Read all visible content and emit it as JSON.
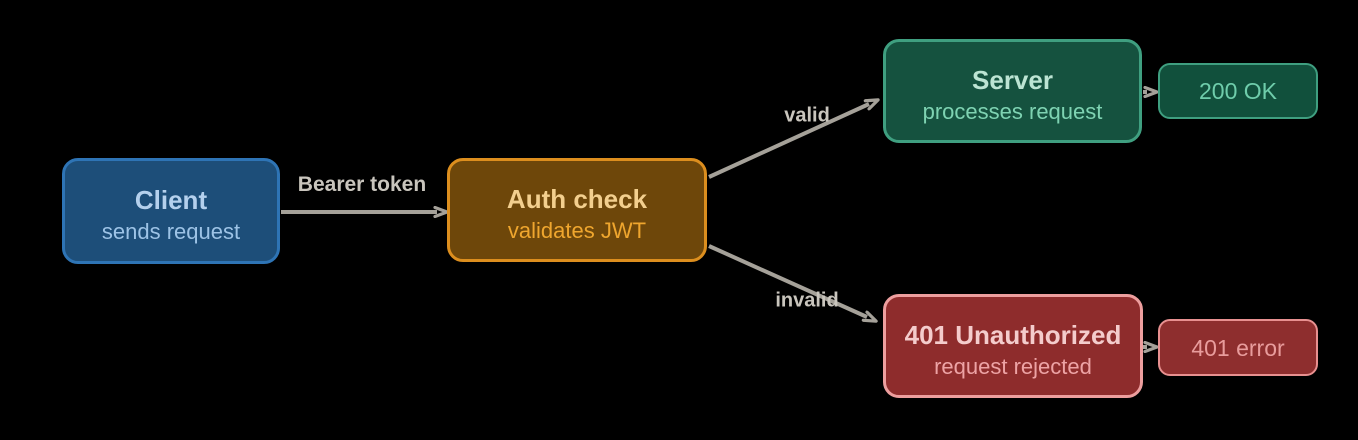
{
  "diagram": {
    "type": "flowchart",
    "background_color": "#000000",
    "arrow_color": "#A5A199",
    "edge_label_color": "#C9C5BD",
    "nodes": {
      "client": {
        "title": "Client",
        "subtitle": "sends request",
        "fill": "#1D4E79",
        "border": "#2E74B5",
        "title_color": "#B4D0ED",
        "subtitle_color": "#9DC3E6"
      },
      "auth": {
        "title": "Auth check",
        "subtitle": "validates JWT",
        "fill": "#6E470A",
        "border": "#DC8E1E",
        "title_color": "#F3CF8E",
        "subtitle_color": "#EFA62E"
      },
      "server": {
        "title": "Server",
        "subtitle": "processes request",
        "fill": "#15523F",
        "border": "#3F9F80",
        "title_color": "#BCE4D3",
        "subtitle_color": "#7ED3B2"
      },
      "ok": {
        "label": "200 OK",
        "fill": "#11503C",
        "border": "#3F9F80",
        "label_color": "#6FCDAB"
      },
      "unauthorized": {
        "title": "401 Unauthorized",
        "subtitle": "request rejected",
        "fill": "#8E2C2C",
        "border": "#ED9E9E",
        "title_color": "#F4CCCC",
        "subtitle_color": "#EDA3A5"
      },
      "error": {
        "label": "401 error",
        "fill": "#8E2E2E",
        "border": "#E89090",
        "label_color": "#E89C9C"
      }
    },
    "edges": {
      "client_auth": {
        "label": "Bearer token"
      },
      "auth_server": {
        "label": "valid"
      },
      "auth_unauthorized": {
        "label": "invalid"
      },
      "server_ok": {
        "label": ""
      },
      "unauthorized_error": {
        "label": ""
      }
    }
  }
}
